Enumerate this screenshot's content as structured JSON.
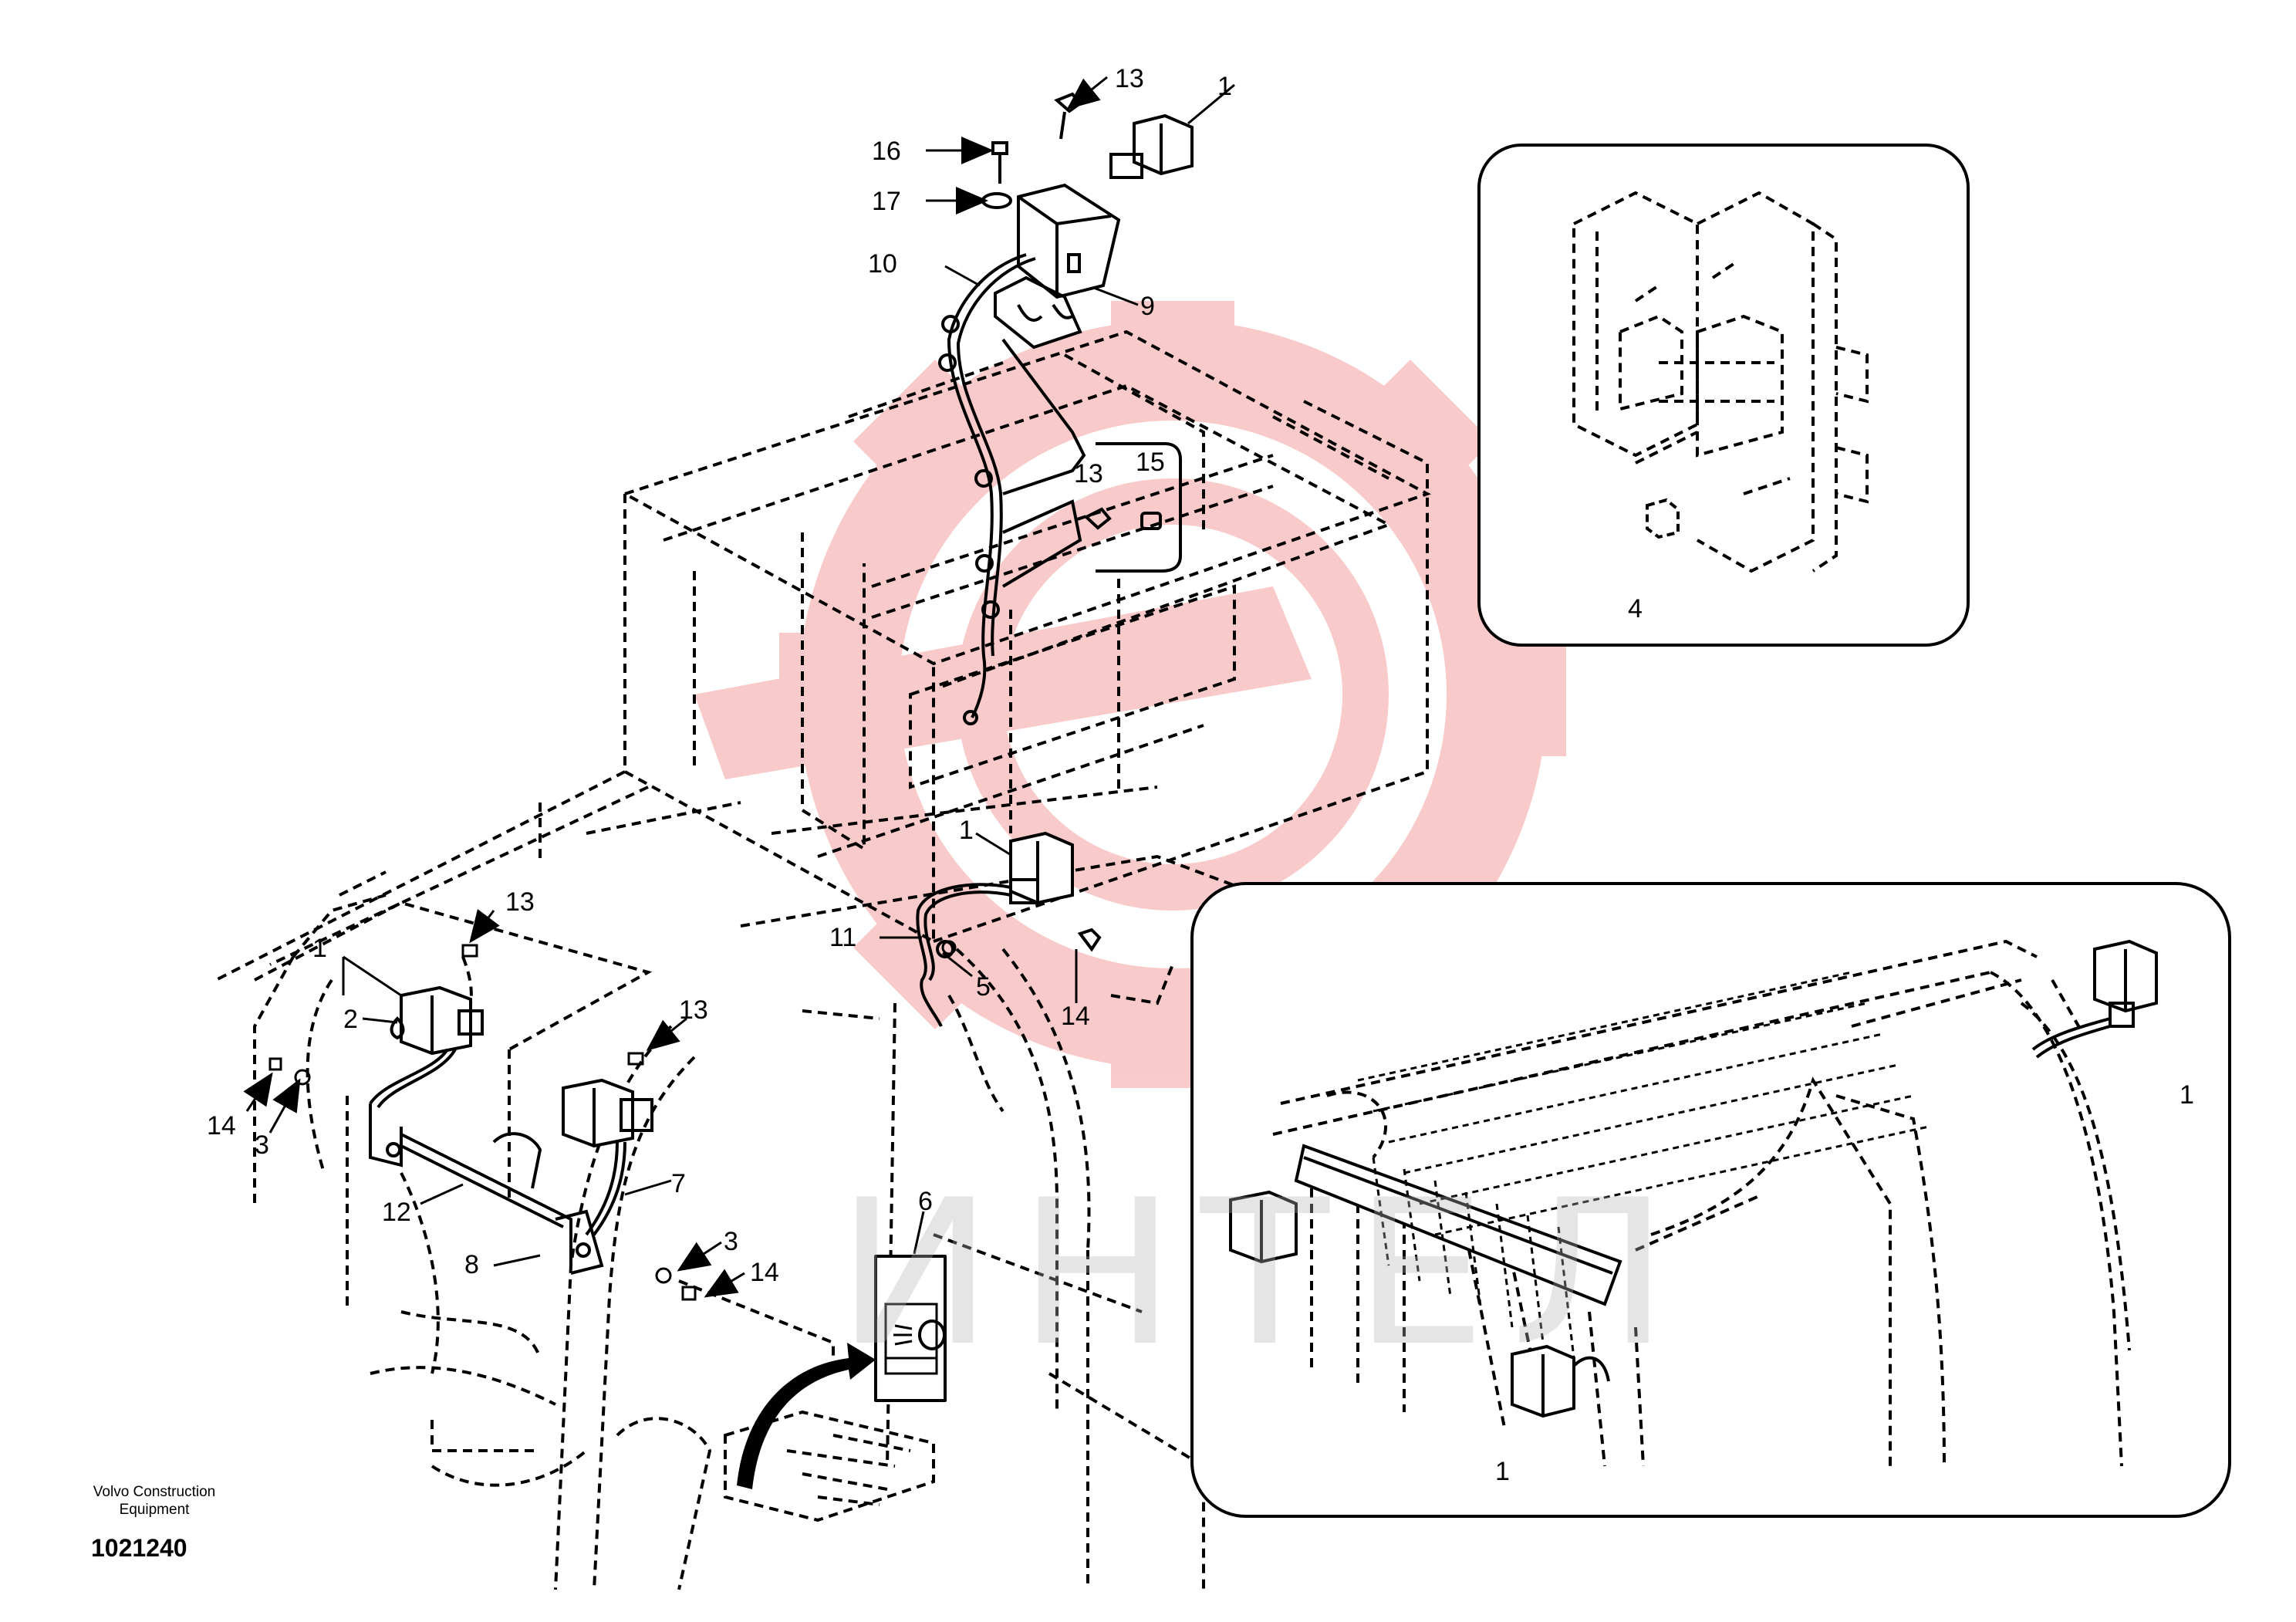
{
  "diagram": {
    "callouts": {
      "c13_top": "13",
      "c1_top": "1",
      "c16": "16",
      "c17": "17",
      "c10": "10",
      "c9": "9",
      "c13_mid": "13",
      "c15": "15",
      "c4": "4",
      "c1_center": "1",
      "c11": "11",
      "c5": "5",
      "c14_center": "14",
      "c13_left": "13",
      "c1_left": "1",
      "c2": "2",
      "c14_left": "14",
      "c3_left": "3",
      "c13_lower": "13",
      "c7": "7",
      "c12": "12",
      "c8": "8",
      "c3_lower": "3",
      "c14_lower": "14",
      "c6": "6",
      "c1_inset_right": "1",
      "c1_inset_bottom": "1"
    },
    "switch_symbol": "work-light-switch-icon",
    "watermark": {
      "logo": "gear-logo-watermark",
      "text": "ИНТЕЛ",
      "color": "#f5a0a0"
    }
  },
  "footer": {
    "company_line1": "Volvo Construction",
    "company_line2": "Equipment",
    "drawing_number": "1021240"
  }
}
